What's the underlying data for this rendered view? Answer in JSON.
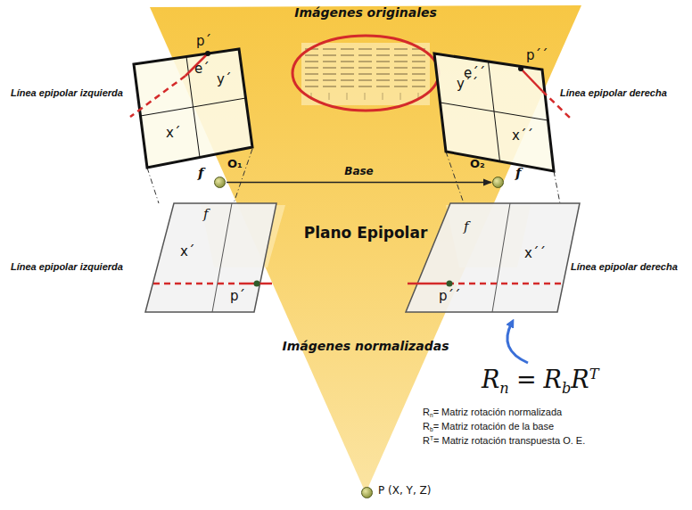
{
  "diagram": {
    "title": "Imágenes originales",
    "nodes": [
      {
        "text": [
          "e´",
          "y´",
          "x´"
        ]
      },
      {
        "text": [
          "e´´",
          "y´´",
          "x´´"
        ]
      },
      {
        "text": [
          "O₁"
        ]
      },
      {
        "text": [
          "O₂"
        ]
      },
      {
        "text": [
          "f",
          "x´",
          "p´"
        ]
      },
      {
        "text": [
          "f",
          "x´´",
          "p´´"
        ]
      },
      {
        "text": [
          "P (X, Y, Z)"
        ]
      }
    ],
    "edges": [
      {
        "from": 2,
        "to": 3,
        "label": "Base",
        "arrow": "to"
      }
    ],
    "labels": [
      "p´",
      "Línea epipolar izquierda",
      "p´´",
      "Línea epipolar derecha",
      "f",
      "f",
      "Plano Epipolar",
      "Línea epipolar izquierda",
      "Línea epipolar derecha",
      "Imágenes normalizadas",
      "R",
      "n",
      "=",
      "R",
      "b",
      "R",
      "T",
      "R",
      "n",
      "= Matriz rotación normalizada",
      "R",
      "b",
      "= Matriz  rotación de la base",
      "R",
      "T",
      "= Matriz rotación transpuesta O. E."
    ]
  }
}
